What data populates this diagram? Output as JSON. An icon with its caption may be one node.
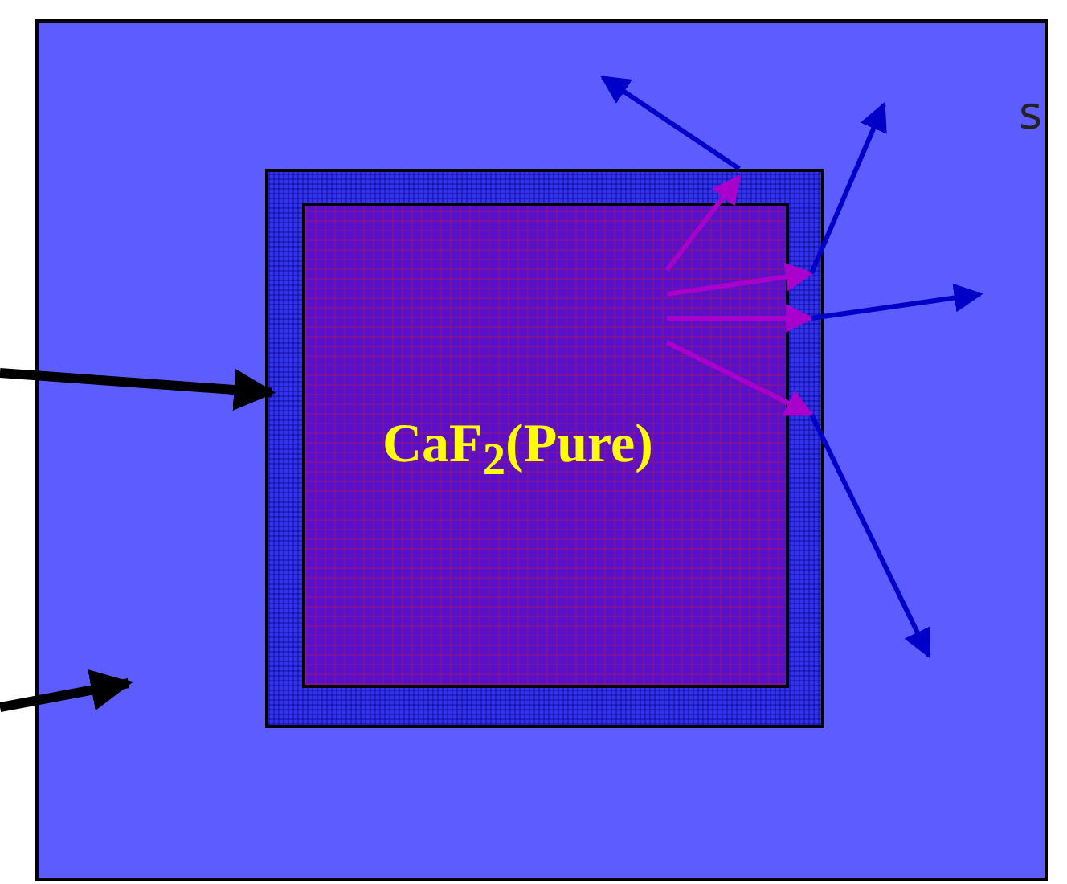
{
  "diagram": {
    "nodes": [
      {
        "text": [],
        "shape": "box"
      },
      {
        "text": [],
        "shape": "box",
        "in": 0
      },
      {
        "text": [
          "CaF$_{2}$(Pure)"
        ],
        "in": 1
      }
    ],
    "edges": [
      {
        "from": null,
        "to": 1,
        "arrow": "to"
      }
    ],
    "labels": [
      "s"
    ]
  }
}
